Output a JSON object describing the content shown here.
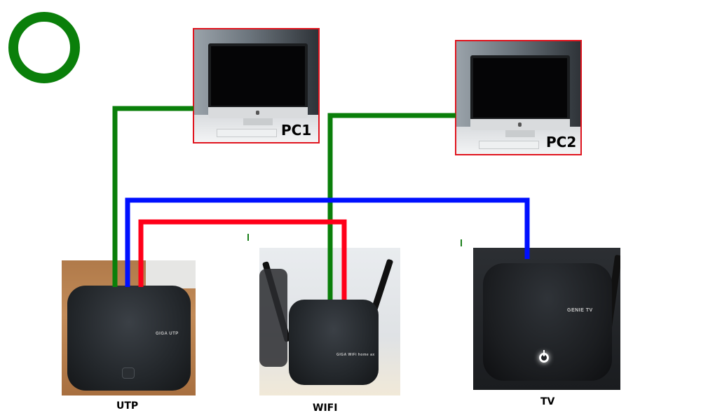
{
  "diagram": {
    "status_symbol": "circle-o",
    "pcs": [
      {
        "label": "PC1"
      },
      {
        "label": "PC2"
      }
    ],
    "devices": [
      {
        "caption": "UTP",
        "device_text": "GIGA UTP"
      },
      {
        "caption": "WIFI",
        "device_text": "GIGA WiFi home ax"
      },
      {
        "caption": "TV",
        "device_text": "GENIE TV"
      }
    ],
    "wire_colors": {
      "green": "#0a7f0a",
      "blue": "#0010ff",
      "red": "#ff0019"
    },
    "frame_color": "#e0141e"
  }
}
